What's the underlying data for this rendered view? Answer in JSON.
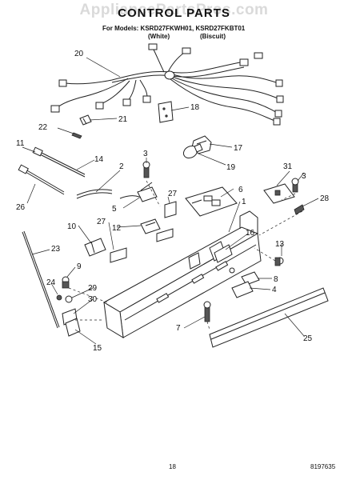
{
  "header": {
    "watermark": "AppliancePartsPros.com",
    "title": "CONTROL PARTS",
    "models_label": "For Models: KSRD27FKWH01, KSRD27FKBT01",
    "variant_white": "(White)",
    "variant_biscuit": "(Biscuit)"
  },
  "callouts": {
    "c1": "1",
    "c2": "2",
    "c3a": "3",
    "c3b": "3",
    "c4": "4",
    "c5": "5",
    "c6": "6",
    "c7": "7",
    "c8": "8",
    "c9": "9",
    "c10": "10",
    "c11": "11",
    "c12": "12",
    "c13": "13",
    "c14": "14",
    "c15": "15",
    "c16": "16",
    "c17": "17",
    "c18": "18",
    "c19": "19",
    "c20": "20",
    "c21": "21",
    "c22": "22",
    "c23": "23",
    "c24": "24",
    "c25": "25",
    "c26": "26",
    "c27a": "27",
    "c27b": "27",
    "c28": "28",
    "c29": "29",
    "c30": "30",
    "c31": "31"
  },
  "footer": {
    "page_number": "18",
    "doc_number": "8197635"
  }
}
